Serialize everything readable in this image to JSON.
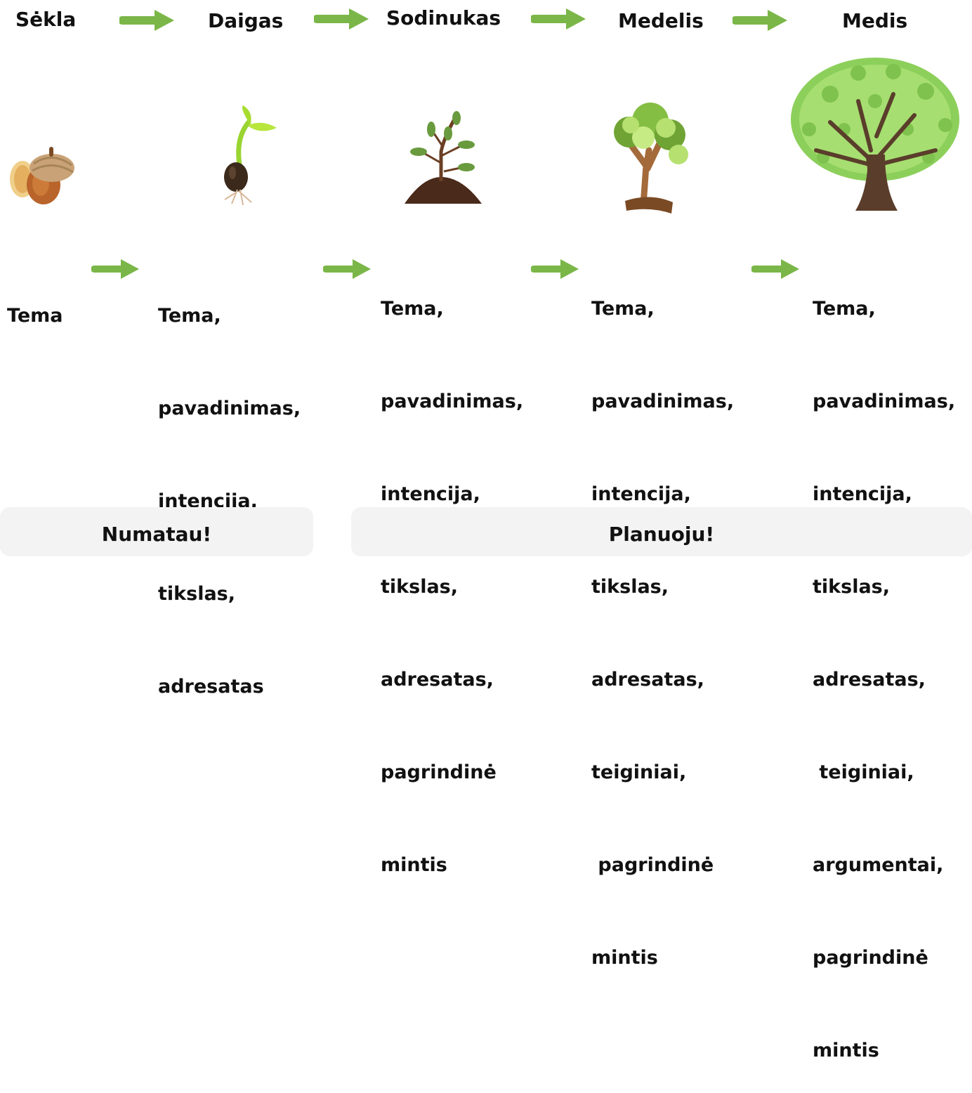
{
  "stages": [
    "Sėkla",
    "Daigas",
    "Sodinukas",
    "Medelis",
    "Medis"
  ],
  "columns": [
    [
      "Tema"
    ],
    [
      "Tema,",
      "pavadinimas,",
      "intencija,",
      "tikslas,",
      "adresatas"
    ],
    [
      "Tema,",
      "pavadinimas,",
      "intencija,",
      "tikslas,",
      "adresatas,",
      "pagrindinė",
      "mintis"
    ],
    [
      "Tema,",
      "pavadinimas,",
      "intencija,",
      "tikslas,",
      "adresatas,",
      "teiginiai,",
      " pagrindinė",
      "mintis"
    ],
    [
      "Tema,",
      "pavadinimas,",
      "intencija,",
      "tikslas,",
      "adresatas,",
      " teiginiai,",
      "argumentai,",
      "pagrindinė",
      "mintis"
    ]
  ],
  "panels": {
    "left": "Numatau!",
    "right": "Planuoju!"
  },
  "colors": {
    "arrow": "#7ab648",
    "leaf": "#8ccf5a",
    "trunk": "#5a3d2b",
    "panel": "#f3f3f3"
  },
  "icons": [
    "acorn-icon",
    "sprout-icon",
    "sapling-icon",
    "young-tree-icon",
    "tree-icon"
  ]
}
